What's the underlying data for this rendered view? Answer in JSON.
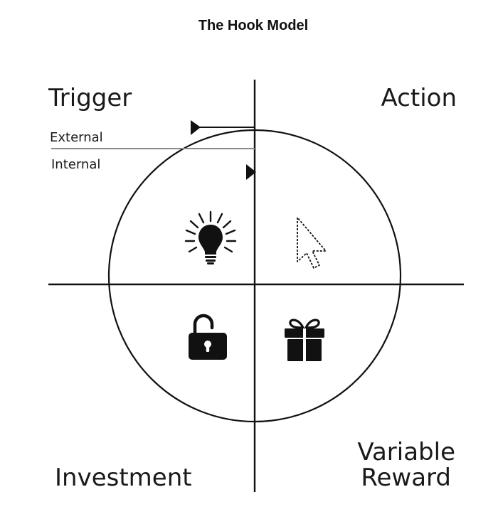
{
  "title": "The Hook Model",
  "quadrants": {
    "trigger": {
      "label": "Trigger",
      "sub_external": "External",
      "sub_internal": "Internal",
      "icon": "lightbulb-icon"
    },
    "action": {
      "label": "Action",
      "icon": "cursor-arrow-icon"
    },
    "reward": {
      "label_line1": "Variable",
      "label_line2": "Reward",
      "icon": "gift-icon"
    },
    "investment": {
      "label": "Investment",
      "icon": "unlocked-padlock-icon"
    }
  },
  "colors": {
    "ink": "#111111",
    "divider": "#888888",
    "background": "#ffffff"
  }
}
